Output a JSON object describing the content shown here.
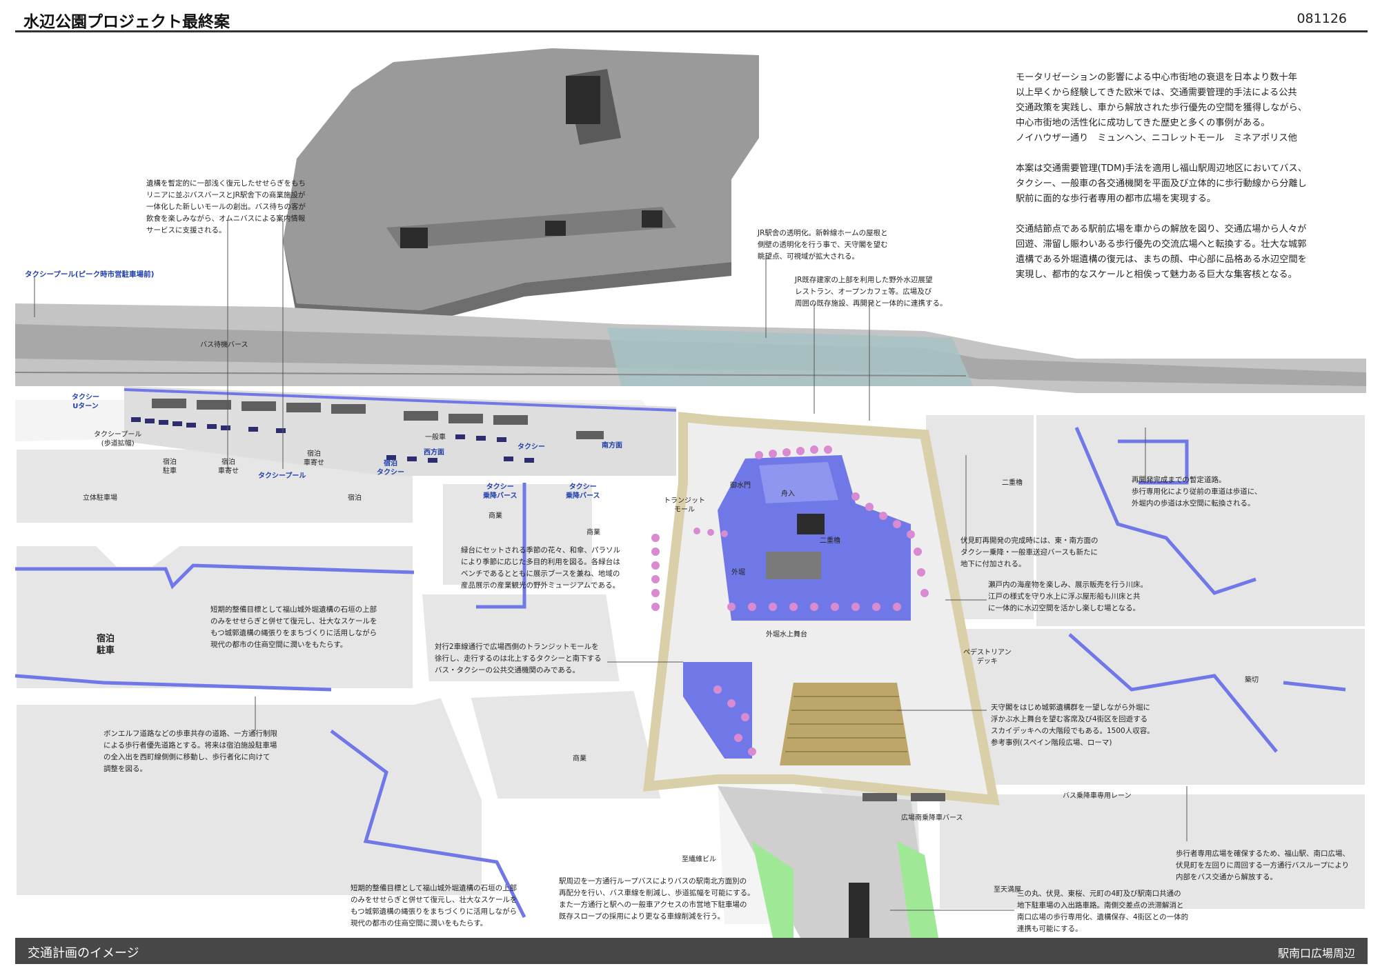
{
  "header": {
    "title": "水辺公園プロジェクト最終案",
    "doc_no": "081126"
  },
  "intro": [
    "モータリゼーションの影響による中心市街地の衰退を日本より数十年\n以上早くから経験してきた欧米では、交通需要管理的手法による公共\n交通政策を実践し、車から解放された歩行優先の空間を獲得しながら、\n中心市街地の活性化に成功してきた歴史と多くの事例がある。\nノイハウザー通り　ミュンヘン、ニコレットモール　ミネアポリス他",
    "本案は交通需要管理(TDM)手法を適用し福山駅周辺地区においてバス、\nタクシー、一般車の各交通機関を平面及び立体的に歩行動線から分離し\n駅前に面的な歩行者専用の都市広場を実現する。",
    "交通結節点である駅前広場を車からの解放を図り、交通広場から人々が\n回遊、滞留し賑わいある歩行優先の交流広場へと転換する。壮大な城郭\n遺構である外堀遺構の復元は、まちの顔、中心部に品格ある水辺空間を\n実現し、都市的なスケールと相俟って魅力ある巨大な集客核となる。"
  ],
  "annotations": {
    "moat_mall": "遺構を暫定的に一部浅く復元したせせらぎをもち\nリニアに並ぶバスバースとJR駅舎下の商業施設が\n一体化した新しいモールの創出。バス待ちの客が\n飲食を楽しみながら、オムニバスによる案内情報\nサービスに支援される。",
    "jr_transparent": "JR駅舎の透明化。新幹線ホームの屋根と\n側壁の透明化を行う事で、天守閣を望む\n眺望点、可視域が拡大される。",
    "jr_restaurant": "JR既存建家の上部を利用した野外水辺展望\nレストラン、オープンカフェ等。広場及び\n周囲の既存施設、再開発と一体的に連携する。",
    "taxi_pool_peak": "タクシープール(ピーク時市営駐車場前)",
    "temporary_road": "再開発完成までの暫定道路。\n歩行専用化により従前の車道は歩道に、\n外堀内の歩道は水空間に転換される。",
    "fushimi": "伏見町再開発の完成時には、東・南方面の\nタクシー乗降・一般車送迎バースも新たに\n地下に付加される。",
    "setouchi": "瀬戸内の海産物を楽しみ、展示販売を行う川床。\n江戸の様式を守り水上に浮ぶ屋形船も川床と共\nに一体的に水辺空間を活かし楽しむ場となる。",
    "planter": "緑台にセットされる季節の花々、和傘、パラソル\nにより季節に応じた多目的利用を図る。各緑台は\nベンチであるとともに展示ブースを兼ね、地域の\n産品展示の産業観光の野外ミュージアムである。",
    "short_term_1": "短期的整備目標として福山城外堀遺構の石垣の上部\nのみをせせらぎと併せて復元し、壮大なスケールを\nもつ城郭遺構の縄張りをまちづくりに活用しながら\n現代の都市の住商空間に潤いをもたらす。",
    "transit_mall": "対行2車線通行で広場西側のトランジットモールを\n徐行し、走行するのは北上するタクシーと南下する\nバス・タクシーの公共交通機関のみである。",
    "tenshu": "天守閣をはじめ城郭遺構群を一望しながら外堀に\n浮かぶ水上舞台を望む客席及び4街区を回遊する\nスカイデッキへの大階段でもある。1500人収容。\n参考事例(スペイン階段広場、ローマ)",
    "bonelf": "ボンエルフ道路などの歩車共存の道路、一方通行制限\nによる歩行者優先道路とする。将来は宿泊施設駐車場\nの全入出を西町線側側に移動し、歩行者化に向けて\n調整を図る。",
    "short_term_2": "短期的整備目標として福山城外堀遺構の石垣の上部\nのみをせせらぎと併せて復元し、壮大なスケールを\nもつ城郭遺構の縄張りをまちづくりに活用しながら\n現代の都市の住商空間に潤いをもたらす。",
    "loop_bus": "駅周辺を一方通行ループバスによりバスの駅南北方面別の\n再配分を行い、バス車線を削減し、歩道拡幅を可能にする。\nまた一方通行と駅への一般車アクセスの市営地下駐車場の\n既存スロープの採用により更なる車線削減を行う。",
    "pedestrian_plaza": "歩行者専用広場を確保するため、福山駅、南口広場、\n伏見町を左回りに周回する一方通行バスループにより\n内部をバス交通から解放する。",
    "sannomaru": "三の丸、伏見、東桜、元町の4町及び駅南口共通の\n地下駐車場の入出路車路。南側交差点の渋滞解消と\n南口広場の歩行専用化、遺構保存、4街区との一体的\n連携も可能にする。"
  },
  "labels": {
    "bus_berth": "バス待機バース",
    "taxi_uturn": "タクシー\nUターン",
    "taxi_pool_walk": "タクシープール\n(歩道拡幅)",
    "lodging_parking": "宿泊\n駐車",
    "lodging_dropoff": "宿泊\n車寄せ",
    "lodging_dropoff2": "宿泊\n車寄せ",
    "taxi_pool": "タクシープール",
    "lodging_taxi": "宿泊\nタクシー",
    "general_car": "一般車",
    "west": "西方面",
    "taxi": "タクシー",
    "south": "南方面",
    "taxi_berth_1": "タクシー\n乗降バース",
    "taxi_berth_2": "タクシー\n乗降バース",
    "parking_tower": "立体駐車場",
    "lodging": "宿泊",
    "commerce_1": "商業",
    "commerce_2": "商業",
    "commerce_3": "商業",
    "transit_mall_lbl": "トランジット\nモール",
    "gosuimon": "御水門",
    "funairi": "舟入",
    "nijuyagura_1": "二重櫓",
    "nijuyagura_2": "二重櫓",
    "sotobori": "外堀",
    "water_stage": "外堀水上舞台",
    "pedestrian_deck": "ペデストリアン\nデッキ",
    "tsukiji": "築切",
    "lodging_parking_big": "宿泊\n駐車",
    "bus_lane": "バス乗降車専用レーン",
    "south_berth": "広場南乗降車バース",
    "to_textile": "至繊維ビル",
    "to_tenmaya": "至天満屋"
  },
  "footer": {
    "left": "交通計画のイメージ",
    "right": "駅南口広場周辺"
  },
  "colors": {
    "water": "#6f78e6",
    "road": "#f1f1f1",
    "block": "#e3e3e3",
    "castle": "#9a9a9a",
    "green": "#9ee896",
    "deck": "#d9cfa8",
    "footer": "#474747",
    "accent_blue": "#1f3fae"
  }
}
